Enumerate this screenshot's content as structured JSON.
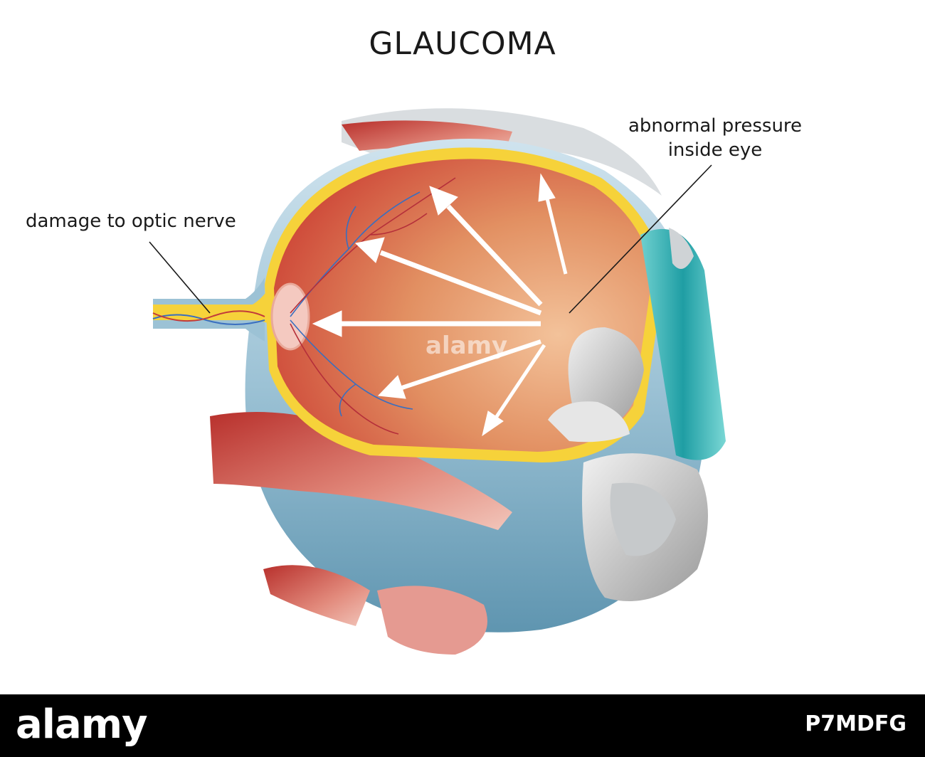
{
  "diagram": {
    "title": "GLAUCOMA",
    "labels": {
      "optic_nerve": "damage to optic nerve",
      "pressure_line1": "abnormal pressure",
      "pressure_line2": "inside eye"
    },
    "watermark": "alamy"
  },
  "footer": {
    "brand": "alamy",
    "image_id": "P7MDFG"
  },
  "colors": {
    "vitreous": "#d9764f",
    "retina_yellow": "#f6d23a",
    "sclera_blue": "#8fb8cc",
    "muscle_red": "#c9453f",
    "lens_teal": "#2aa6a6",
    "arrow": "#ffffff"
  }
}
